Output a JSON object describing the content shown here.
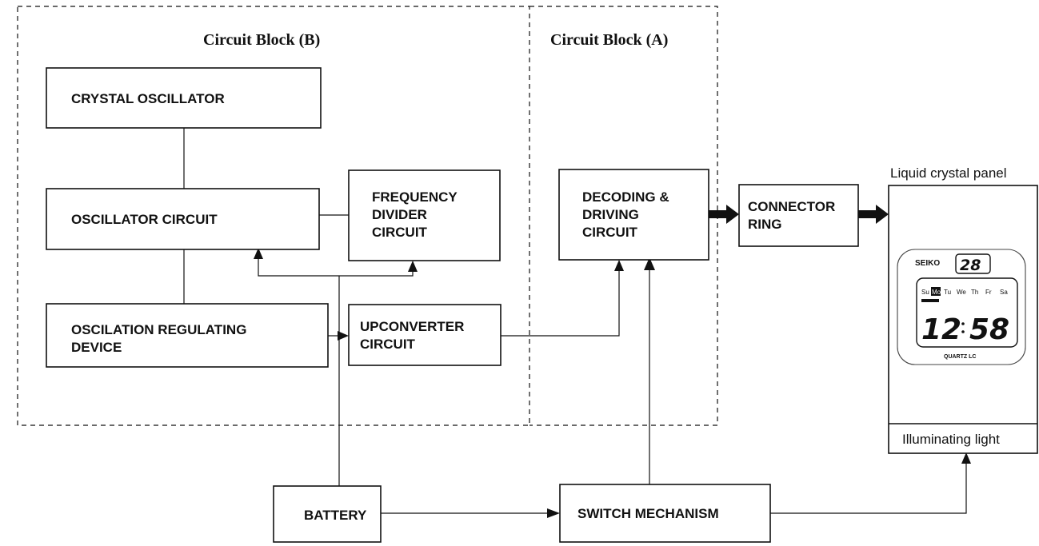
{
  "blocks": {
    "block_b_title": "Circuit Block (B)",
    "block_a_title": "Circuit Block (A)"
  },
  "components": {
    "crystal_oscillator": [
      "CRYSTAL OSCILLATOR"
    ],
    "oscillator_circuit": [
      "OSCILLATOR CIRCUIT"
    ],
    "frequency_divider": [
      "FREQUENCY",
      "DIVIDER",
      "CIRCUIT"
    ],
    "regulating_device": [
      "OSCILATION REGULATING",
      "DEVICE"
    ],
    "upconverter": [
      "UPCONVERTER",
      "CIRCUIT"
    ],
    "decoding_driving": [
      "DECODING &",
      "DRIVING",
      "CIRCUIT"
    ],
    "connector_ring": [
      "CONNECTOR",
      "RING"
    ],
    "battery": [
      "BATTERY"
    ],
    "switch_mechanism": [
      "SWITCH MECHANISM"
    ]
  },
  "panel": {
    "caption": "Liquid crystal panel",
    "light_label": "Illuminating light"
  },
  "watch": {
    "brand": "SEIKO",
    "date": "28",
    "days": [
      "Su",
      "Mo",
      "Tu",
      "We",
      "Th",
      "Fr",
      "Sa"
    ],
    "hours": "12",
    "minutes": "58",
    "model": "QUARTZ LC"
  }
}
